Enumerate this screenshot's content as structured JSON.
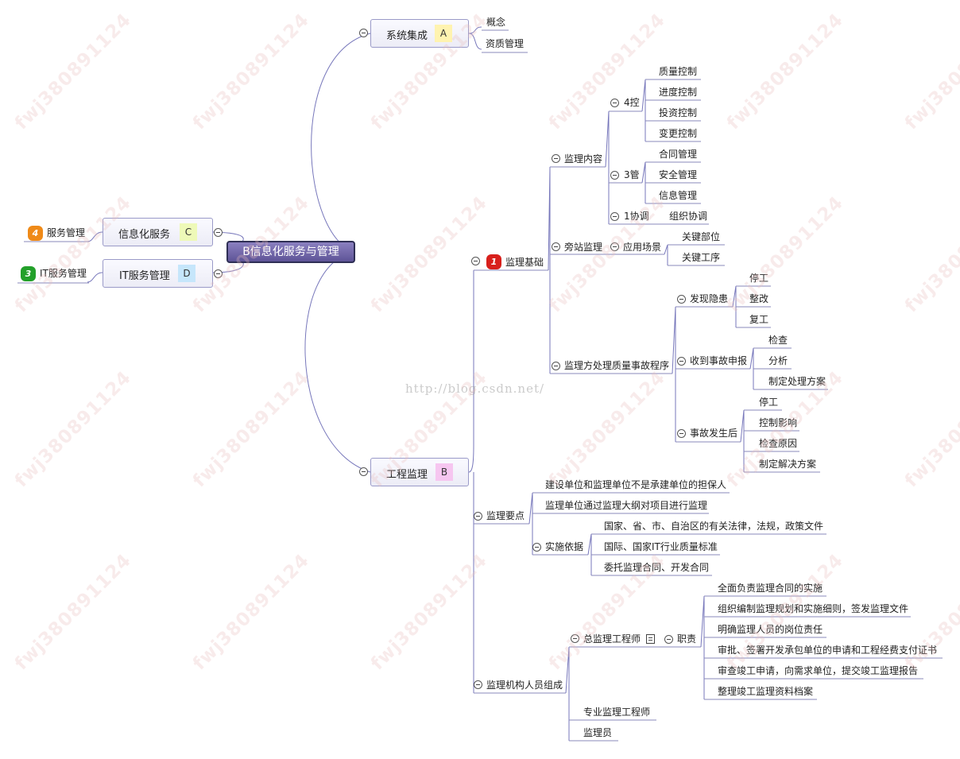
{
  "root": {
    "label": "B信息化服务与管理"
  },
  "watermark": "fwj380891124",
  "source_url": "http://blog.csdn.net/",
  "branches": {
    "integration": {
      "label": "系统集成",
      "tag": "A",
      "children": [
        "概念",
        "资质管理"
      ]
    },
    "info_service": {
      "label": "信息化服务",
      "tag": "C",
      "child": {
        "label": "服务管理",
        "badge": "4"
      }
    },
    "it_service": {
      "label": "IT服务管理",
      "tag": "D",
      "child": {
        "label": "IT服务管理",
        "badge": "3"
      }
    },
    "supervision": {
      "label": "工程监理",
      "tag": "B",
      "basics": {
        "label": "监理基础",
        "badge": "1",
        "content": {
          "label": "监理内容",
          "four_control": {
            "label": "4控",
            "items": [
              "质量控制",
              "进度控制",
              "投资控制",
              "变更控制"
            ]
          },
          "three_manage": {
            "label": "3管",
            "items": [
              "合同管理",
              "安全管理",
              "信息管理"
            ]
          },
          "one_coordinate": {
            "label": "1协调",
            "items": [
              "组织协调"
            ]
          }
        },
        "side_station": {
          "label": "旁站监理",
          "scene": {
            "label": "应用场景",
            "items": [
              "关键部位",
              "关键工序"
            ]
          }
        },
        "accident": {
          "label": "监理方处理质量事故程序",
          "hazard": {
            "label": "发现隐患",
            "items": [
              "停工",
              "整改",
              "复工"
            ]
          },
          "report": {
            "label": "收到事故申报",
            "items": [
              "检查",
              "分析",
              "制定处理方案"
            ]
          },
          "after": {
            "label": "事故发生后",
            "items": [
              "停工",
              "控制影响",
              "检查原因",
              "制定解决方案"
            ]
          }
        }
      },
      "key_points": {
        "label": "监理要点",
        "items": [
          "建设单位和监理单位不是承建单位的担保人",
          "监理单位通过监理大纲对项目进行监理"
        ],
        "basis": {
          "label": "实施依据",
          "items": [
            "国家、省、市、自治区的有关法律，法规，政策文件",
            "国际、国家IT行业质量标准",
            "委托监理合同、开发合同"
          ]
        }
      },
      "staff": {
        "label": "监理机构人员组成",
        "chief": {
          "label": "总监理工程师",
          "duty": {
            "label": "职责",
            "items": [
              "全面负责监理合同的实施",
              "组织编制监理规划和实施细则，签发监理文件",
              "明确监理人员的岗位责任",
              "审批、签署开发承包单位的申请和工程经费支付证书",
              "审查竣工申请，向需求单位，提交竣工监理报告",
              "整理竣工监理资料档案"
            ]
          }
        },
        "others": [
          "专业监理工程师",
          "监理员"
        ]
      }
    }
  },
  "colors": {
    "tag_A": "#fff3b0",
    "tag_B": "#f6c6f0",
    "tag_C": "#eef9b8",
    "tag_D": "#c6e6fb",
    "badge_1": "#d8201c",
    "badge_3": "#23a02a",
    "badge_4": "#ef8a18",
    "root_fill": "#6d63a8"
  }
}
